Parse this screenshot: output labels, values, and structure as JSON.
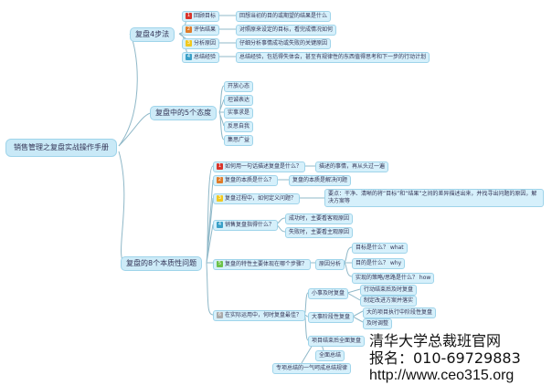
{
  "root": "销售管理之复盘实战操作手册",
  "branch1": {
    "title": "复盘4步法",
    "steps": [
      {
        "label": "回顾目标",
        "detail": "回想当初的目的或期望的结果是什么",
        "color": "#d9342b"
      },
      {
        "label": "评估结果",
        "detail": "对照原来设定的目标，看完成情况如何",
        "color": "#e07b28"
      },
      {
        "label": "分析原因",
        "detail": "仔细分析事情成功或失败的关键原因",
        "color": "#f1c81e"
      },
      {
        "label": "总结经验",
        "detail": "总结经验，包括得失体会，甚至有规律性的东西值得思考和下一步的行动计划",
        "color": "#3aa0c8"
      }
    ]
  },
  "branch2": {
    "title": "复盘中的5个态度",
    "items": [
      "开放心态",
      "坦诚表达",
      "实事求是",
      "反思自我",
      "集思广益"
    ]
  },
  "branch3": {
    "title": "复盘的8个本质性问题",
    "q1": {
      "label": "如何用一句话描述复盘是什么？",
      "answer": "描述的事情，再从头过一遍",
      "color": "#d9342b"
    },
    "q2": {
      "label": "复盘的本质是什么？",
      "answer": "复盘的本质是解决问题",
      "color": "#e07b28"
    },
    "q3": {
      "label": "复盘过程中，如何定义问题？",
      "answer_a": "要点：干净、清晰的将“目标”和“结果”之间的差异描述出来，并找寻出问题的原因，解决方",
      "answer_b": "案等",
      "color": "#f1c81e"
    },
    "q4": {
      "label": "销售复盘指得什么？",
      "a1": "成功时，主要看客观原因",
      "a2": "失败时，主要看主观原因",
      "color": "#3aa0c8"
    },
    "q5": {
      "label": "复盘的特性主要体现在哪个步骤？",
      "step": "原因分析",
      "a1": "目标是什么？ what",
      "a2": "目的是什么？ why",
      "a3": "实现的策略/思路是什么？ how",
      "color": "#6cc24a"
    },
    "q6": {
      "label": "在实际运用中，何时复盘最佳？",
      "color": "#aaaaaa",
      "small": {
        "label": "小事及时复盘",
        "a1": "行动结束后及时复盘",
        "a2": "制定改进方案并落实"
      },
      "big": {
        "label": "大事阶段性复盘",
        "a1": "大的项目执行中阶段性复盘",
        "a2": "及时调整"
      },
      "end": {
        "label": "项目结束后全面复盘",
        "a1": "全面总结",
        "a2": "专项总结的一气呵成总结规律"
      }
    }
  },
  "watermark": {
    "line1": "清华大学总裁班官网",
    "line2": "报名：010-69729883",
    "line3": "http://www.ceo315.org"
  }
}
